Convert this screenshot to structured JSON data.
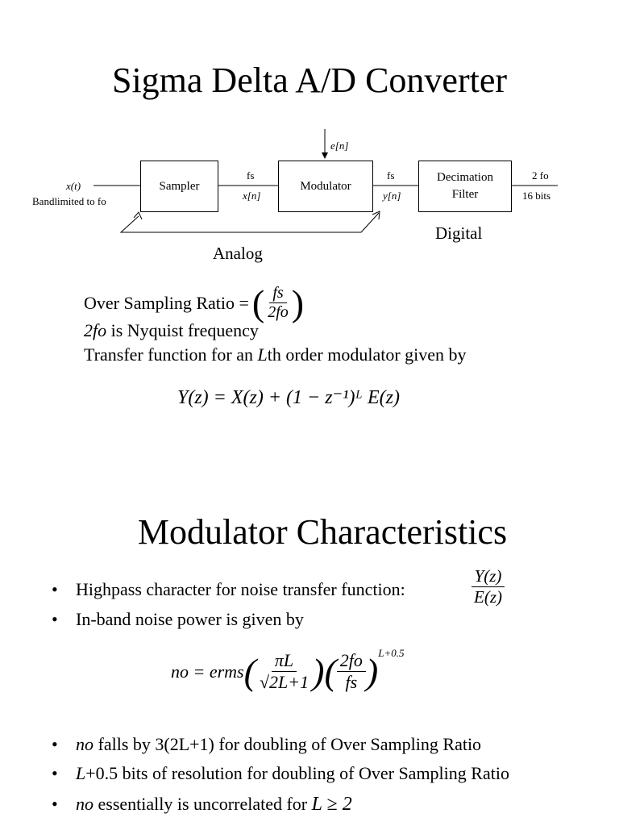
{
  "slide1": {
    "title": "Sigma Delta A/D Converter",
    "diagram": {
      "input_label": "x(t)",
      "input_sub": "Bandlimited to fo",
      "sampler": "Sampler",
      "fs_1": "fs",
      "x_n": "x[n]",
      "e_n": "e[n]",
      "modulator": "Modulator",
      "fs_2": "fs",
      "y_n": "y[n]",
      "decimation_line1": "Decimation",
      "decimation_line2": "Filter",
      "out_rate": "2 fo",
      "out_bits": "16 bits",
      "analog": "Analog",
      "digital": "Digital"
    },
    "osr_text": "Over Sampling Ratio =",
    "osr_num": "fs",
    "osr_den": "2fo",
    "nyquist_text": "is Nyquist frequency",
    "nyquist_prefix": "2fo",
    "transfer_text_a": "Transfer function for an",
    "transfer_text_L": "L",
    "transfer_text_b": "th order modulator given by",
    "equation": "Y(z) = X(z) + (1 − z⁻¹)ᴸ E(z)"
  },
  "slide2": {
    "title": "Modulator Characteristics",
    "bullets": {
      "b1": "Highpass character for noise transfer function:",
      "b1_num": "Y(z)",
      "b1_den": "E(z)",
      "b2": "In-band noise power is given by",
      "b3_var": "no",
      "b3_rest": "falls by 3(2L+1) for doubling of Over Sampling Ratio",
      "b4_var": "L",
      "b4_rest": "+0.5 bits of resolution for doubling of Over Sampling Ratio",
      "b5_var": "no",
      "b5_rest": "essentially is uncorrelated for",
      "b5_cond": "L ≥ 2"
    },
    "noise_eq": {
      "lhs": "no = erms",
      "pi_num": "πL",
      "sqrt_den": "√2L+1",
      "ratio_num": "2fo",
      "ratio_den": "fs",
      "exponent": "L+0.5"
    }
  }
}
